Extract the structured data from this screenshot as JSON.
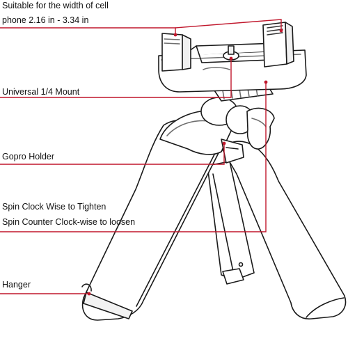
{
  "colors": {
    "leader": "#c0172c",
    "outline": "#1a1a1a",
    "shade": "#6e6e6e",
    "fill": "#ffffff"
  },
  "labels": {
    "width_line1": "Suitable for the width of cell",
    "width_line2": "phone 2.16 in - 3.34 in",
    "mount": "Universal 1/4 Mount",
    "gopro": "Gopro Holder",
    "spin_tighten": "Spin Clock Wise to Tighten",
    "spin_loosen": "Spin Counter Clock-wise to loosen",
    "hanger": "Hanger"
  }
}
